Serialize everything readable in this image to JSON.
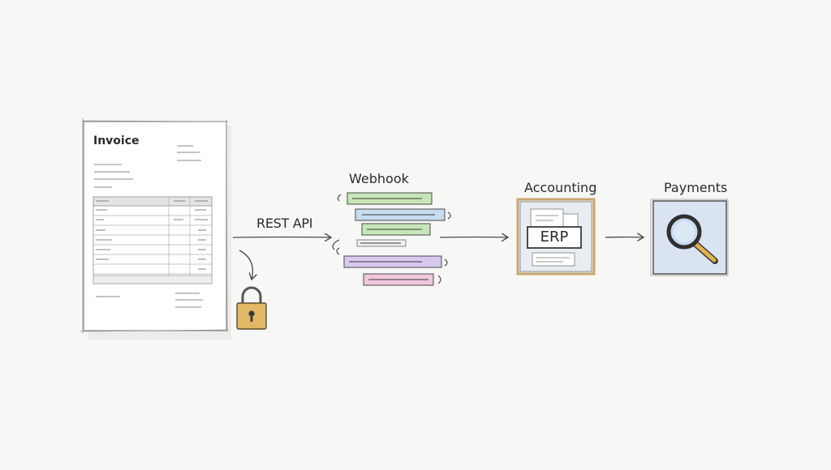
{
  "diagram": {
    "invoice": {
      "title": "Invoice"
    },
    "connections": {
      "rest_api_label": "REST API"
    },
    "webhook": {
      "title": "Webhook"
    },
    "accounting": {
      "title": "Accounting",
      "system_label": "ERP"
    },
    "payments": {
      "title": "Payments"
    },
    "icons": {
      "lock": "padlock-icon",
      "search": "magnifying-glass-icon"
    },
    "colors": {
      "ink": "#3a3a3a",
      "paper": "#ffffff",
      "lock_body": "#e2b866",
      "accounting_frame": "#d9b884",
      "accounting_fill": "#e7edf1",
      "payments_fill": "#d9e3f2",
      "magnifier_handle": "#e2b24a",
      "webhook_green": "#c7e6b8",
      "webhook_blue": "#c7dcef",
      "webhook_pink": "#f0c7dc",
      "webhook_purple": "#d8c8ee"
    }
  }
}
